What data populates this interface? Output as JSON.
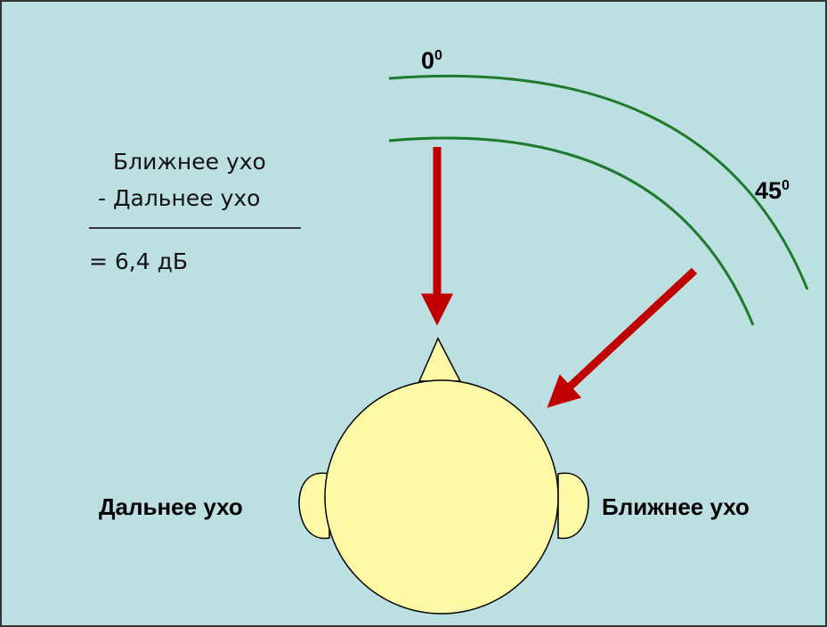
{
  "formula": {
    "line1": "Ближнее ухо",
    "line2": "- Дальнее ухо",
    "result": "= 6,4 дБ"
  },
  "angles": {
    "zero": {
      "value": "0",
      "degree": "0"
    },
    "forty_five": {
      "value": "45",
      "degree": "0"
    }
  },
  "ears": {
    "far_label": "Дальнее ухо",
    "near_label": "Ближнее ухо"
  },
  "colors": {
    "background": "#bcdfe2",
    "arc": "#1e7a2c",
    "arrow": "#c00000",
    "head_fill": "#fdf9a6",
    "outline": "#000000"
  }
}
